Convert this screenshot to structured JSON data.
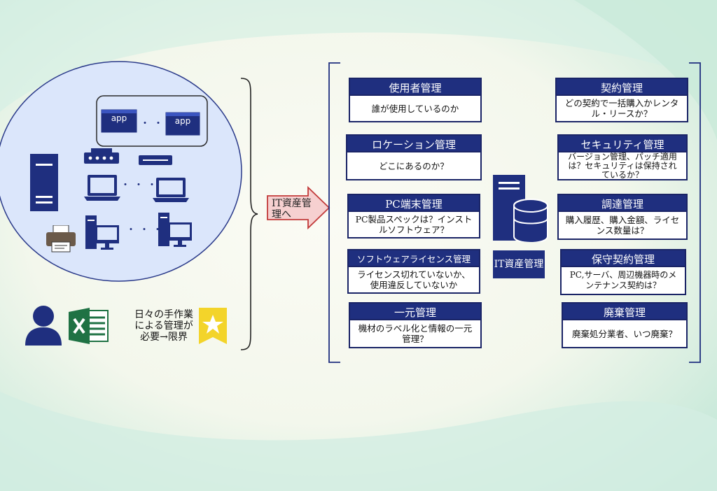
{
  "colors": {
    "navy": "#1f2f7f",
    "arrow_fill": "#f6d0d0",
    "arrow_stroke": "#c23a3a",
    "circle_fill": "#dbe6fb",
    "excel_green": "#1f7244",
    "star_badge": "#f3d42a"
  },
  "left": {
    "app_labels": [
      "app",
      "app"
    ],
    "dots": "・・・",
    "note": "日々の手作業による管理が必要→限界"
  },
  "arrow_label": "IT資産管理へ",
  "center_label": "IT資産管理",
  "cards": [
    {
      "title": "使用者管理",
      "desc": "誰が使用しているのか"
    },
    {
      "title": "ロケーション管理",
      "desc": "どこにあるのか？"
    },
    {
      "title": "PC端末管理",
      "desc": "PC製品スペックは？インストルソフトウェア？"
    },
    {
      "title": "ソフトウェアライセンス管理",
      "desc": "ライセンス切れていないか、使用違反していないか"
    },
    {
      "title": "一元管理",
      "desc": "機材のラベル化と情報の一元管理？"
    },
    {
      "title": "契約管理",
      "desc": "どの契約で一括購入かレンタル・リースか？"
    },
    {
      "title": "セキュリティ管理",
      "desc": "バージョン管理、パッチ適用は？セキュリティは保持されているか？"
    },
    {
      "title": "調達管理",
      "desc": "購入履歴、購入金額、ライセンス数量は？"
    },
    {
      "title": "保守契約管理",
      "desc": "PC,サーバ、周辺機器時のメンテナンス契約は？"
    },
    {
      "title": "廃棄管理",
      "desc": "廃棄処分業者、いつ廃棄？"
    }
  ],
  "icons": [
    "server-tower-icon",
    "network-switch-icon",
    "network-appliance-icon",
    "laptop-icon",
    "printer-icon",
    "desktop-pc-icon",
    "user-icon",
    "excel-icon",
    "star-badge-icon",
    "database-server-icon"
  ]
}
